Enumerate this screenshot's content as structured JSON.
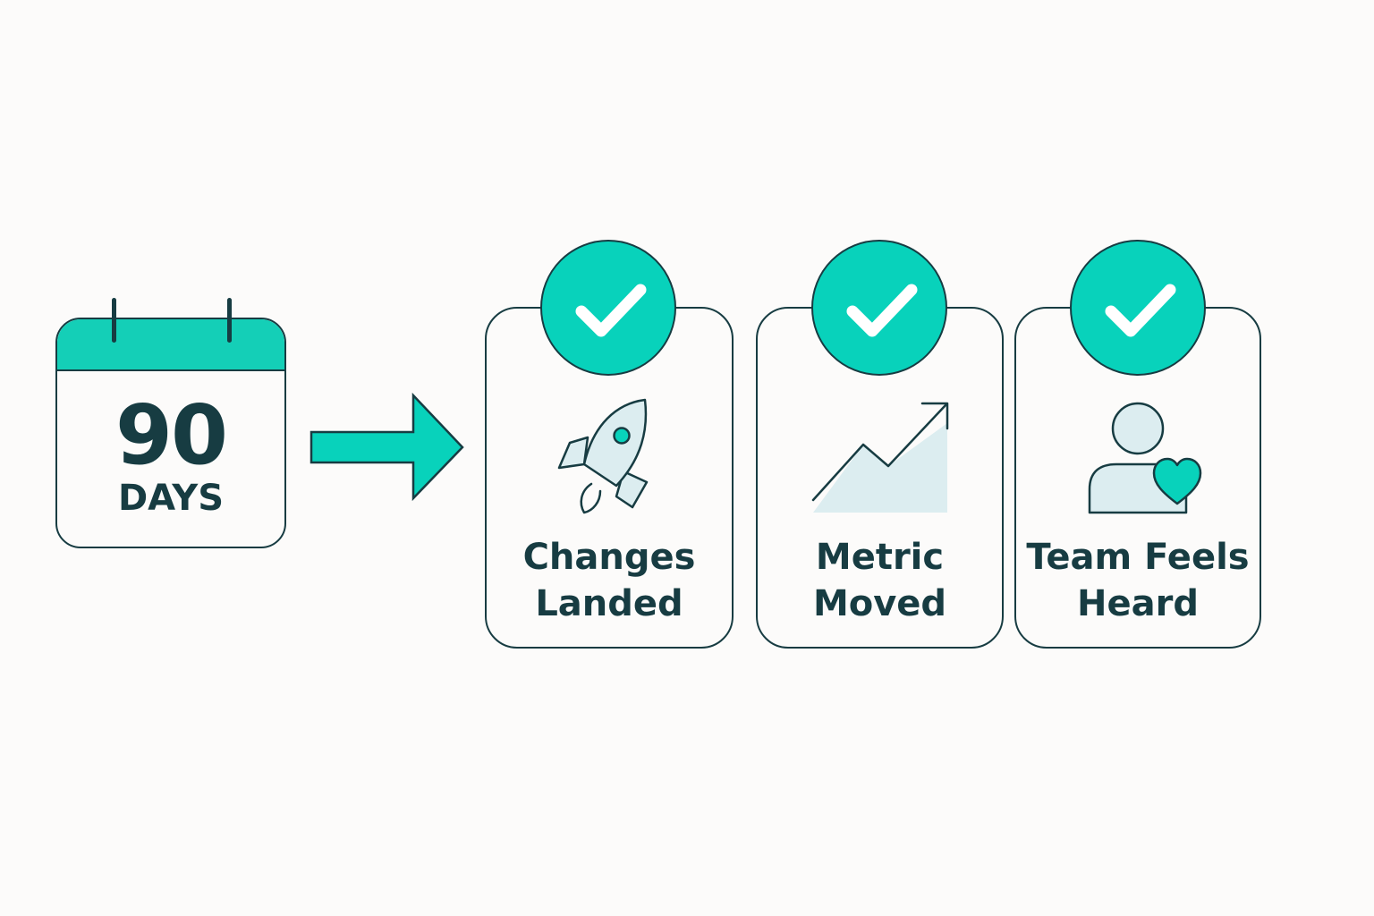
{
  "colors": {
    "accent": "#08d2bb",
    "outline": "#173c42",
    "tint": "#dcedf0",
    "background": "#fcfbfa"
  },
  "calendar": {
    "number": "90",
    "unit": "DAYS",
    "icon": "calendar-icon"
  },
  "arrow": {
    "icon": "arrow-right-icon"
  },
  "cards": [
    {
      "label_line1": "Changes",
      "label_line2": "Landed",
      "icon": "rocket-icon",
      "badge": "check-icon"
    },
    {
      "label_line1": "Metric",
      "label_line2": "Moved",
      "icon": "trend-up-chart-icon",
      "badge": "check-icon"
    },
    {
      "label_line1": "Team Feels",
      "label_line2": "Heard",
      "icon": "person-heart-icon",
      "badge": "check-icon"
    }
  ]
}
